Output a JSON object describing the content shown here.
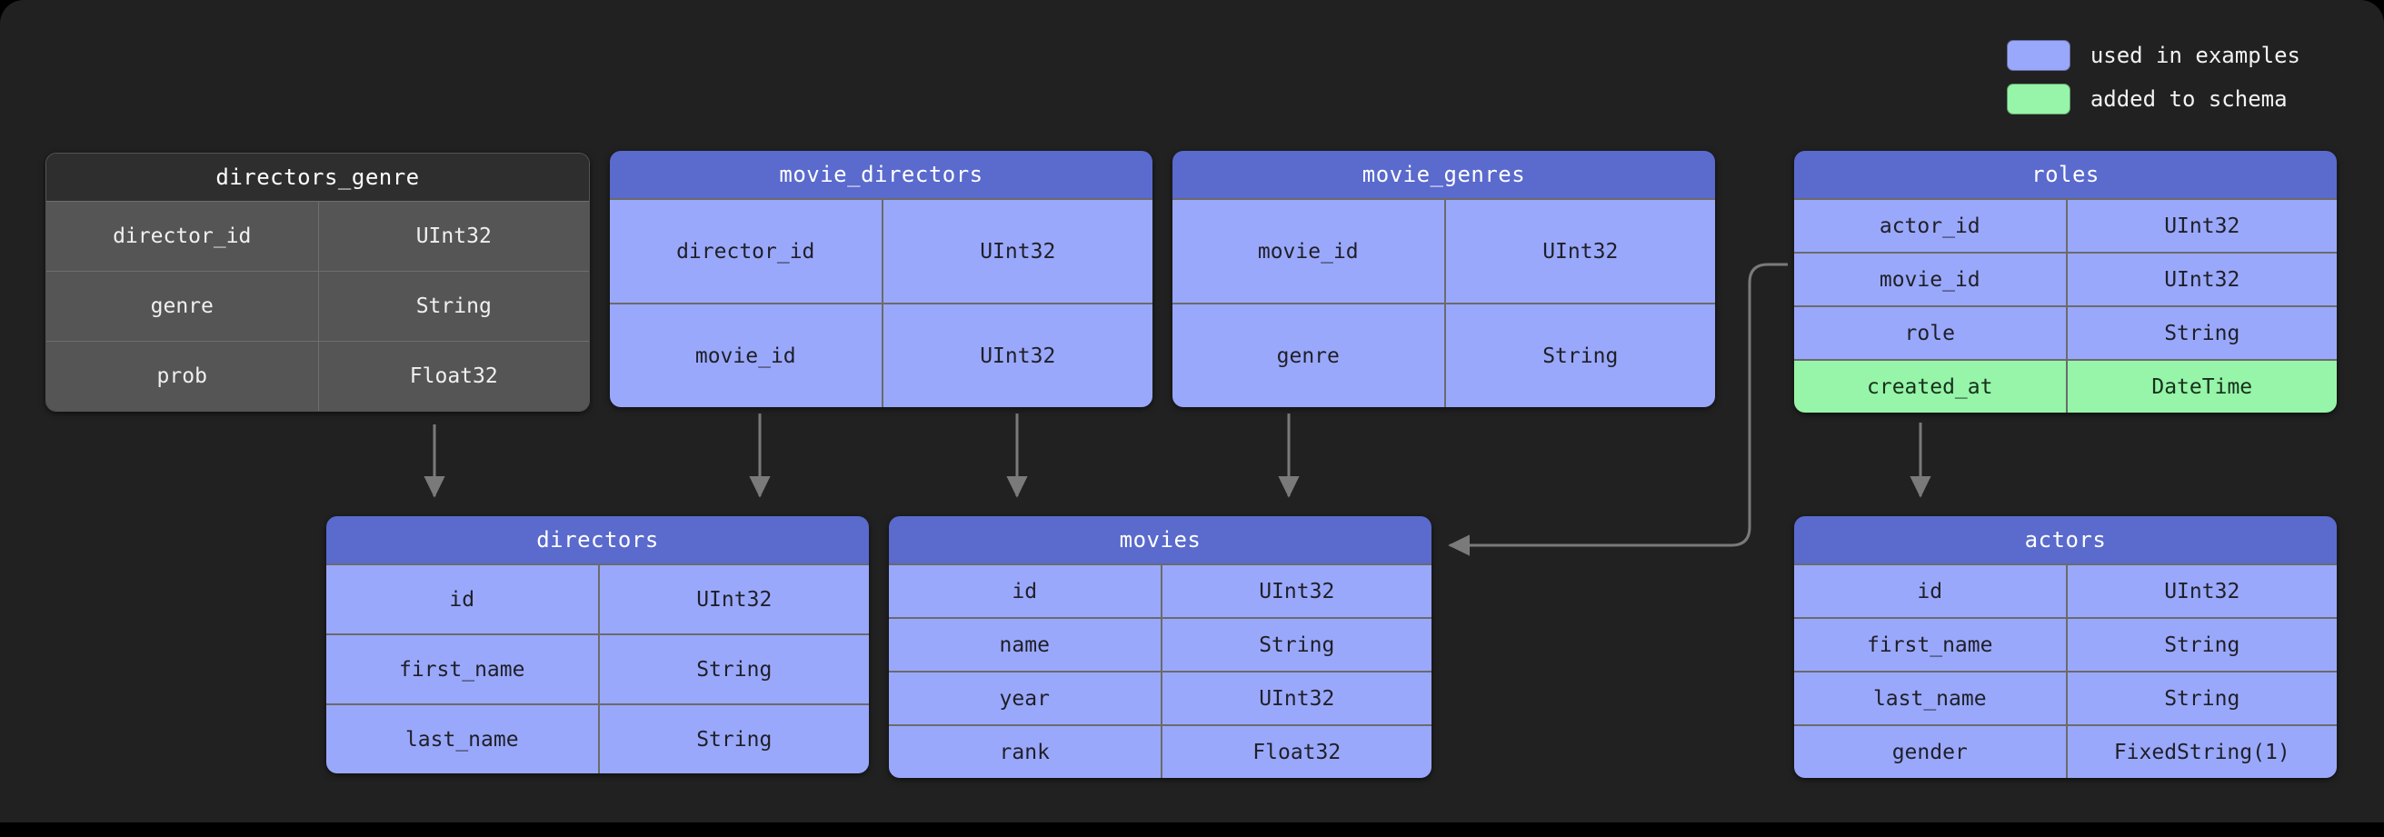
{
  "legend": {
    "items": [
      {
        "label": "used in examples",
        "color": "#9aa8fb",
        "swatch_name": "legend-swatch-used-in-examples"
      },
      {
        "label": "added to schema",
        "color": "#96f5a8",
        "swatch_name": "legend-swatch-added-to-schema"
      }
    ]
  },
  "palette": {
    "background": "#212121",
    "header_blue": "#5a6acd",
    "body_blue": "#9aa8fb",
    "added_green": "#96f5a8",
    "gray_header": "#2e2e2e",
    "gray_body": "#555555",
    "border": "#6b6b6b",
    "connector": "#7a7a7a"
  },
  "tables": [
    {
      "id": "directors_genre",
      "title": "directors_genre",
      "style": "gray",
      "rows": [
        {
          "name": "director_id",
          "type": "UInt32",
          "state": "normal"
        },
        {
          "name": "genre",
          "type": "String",
          "state": "normal"
        },
        {
          "name": "prob",
          "type": "Float32",
          "state": "normal"
        }
      ]
    },
    {
      "id": "movie_directors",
      "title": "movie_directors",
      "style": "blue",
      "rows": [
        {
          "name": "director_id",
          "type": "UInt32",
          "state": "normal"
        },
        {
          "name": "movie_id",
          "type": "UInt32",
          "state": "normal"
        }
      ]
    },
    {
      "id": "movie_genres",
      "title": "movie_genres",
      "style": "blue",
      "rows": [
        {
          "name": "movie_id",
          "type": "UInt32",
          "state": "normal"
        },
        {
          "name": "genre",
          "type": "String",
          "state": "normal"
        }
      ]
    },
    {
      "id": "roles",
      "title": "roles",
      "style": "blue",
      "rows": [
        {
          "name": "actor_id",
          "type": "UInt32",
          "state": "normal"
        },
        {
          "name": "movie_id",
          "type": "UInt32",
          "state": "normal"
        },
        {
          "name": "role",
          "type": "String",
          "state": "normal"
        },
        {
          "name": "created_at",
          "type": "DateTime",
          "state": "added"
        }
      ]
    },
    {
      "id": "directors",
      "title": "directors",
      "style": "blue",
      "rows": [
        {
          "name": "id",
          "type": "UInt32",
          "state": "normal"
        },
        {
          "name": "first_name",
          "type": "String",
          "state": "normal"
        },
        {
          "name": "last_name",
          "type": "String",
          "state": "normal"
        }
      ]
    },
    {
      "id": "movies",
      "title": "movies",
      "style": "blue",
      "rows": [
        {
          "name": "id",
          "type": "UInt32",
          "state": "normal"
        },
        {
          "name": "name",
          "type": "String",
          "state": "normal"
        },
        {
          "name": "year",
          "type": "UInt32",
          "state": "normal"
        },
        {
          "name": "rank",
          "type": "Float32",
          "state": "normal"
        }
      ]
    },
    {
      "id": "actors",
      "title": "actors",
      "style": "blue",
      "rows": [
        {
          "name": "id",
          "type": "UInt32",
          "state": "normal"
        },
        {
          "name": "first_name",
          "type": "String",
          "state": "normal"
        },
        {
          "name": "last_name",
          "type": "String",
          "state": "normal"
        },
        {
          "name": "gender",
          "type": "FixedString(1)",
          "state": "normal"
        }
      ]
    }
  ],
  "connections": [
    {
      "from": "directors_genre",
      "to": "directors"
    },
    {
      "from": "movie_directors",
      "to": "directors"
    },
    {
      "from": "movie_directors",
      "to": "movies"
    },
    {
      "from": "movie_genres",
      "to": "movies"
    },
    {
      "from": "roles",
      "to": "movies"
    },
    {
      "from": "roles",
      "to": "actors"
    }
  ]
}
